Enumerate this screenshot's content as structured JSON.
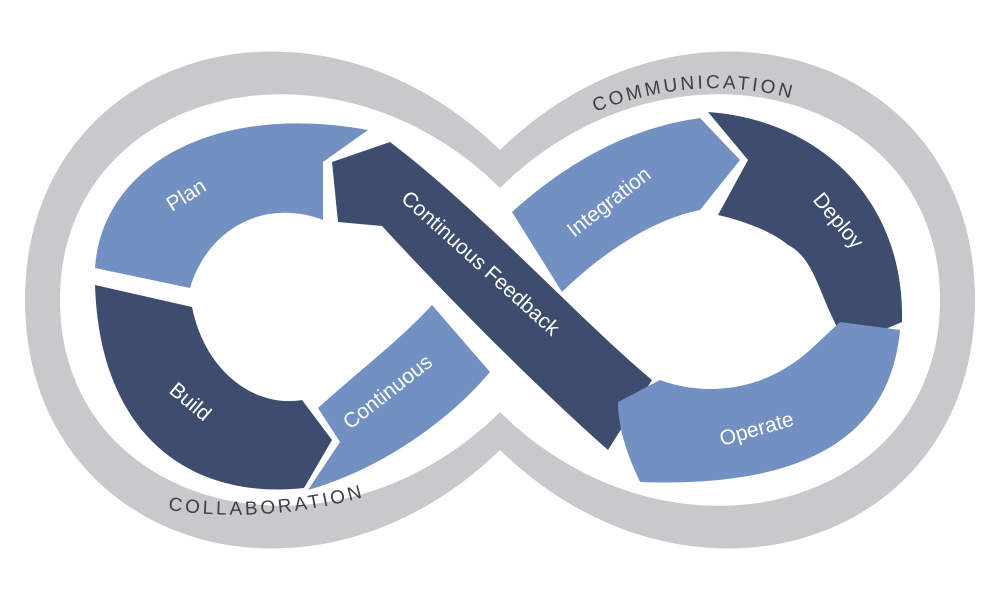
{
  "diagram": {
    "segments": {
      "plan": "Plan",
      "build": "Build",
      "continuous": "Continuous",
      "continuous_feedback": "Continuous Feedback",
      "integration": "Integration",
      "deploy": "Deploy",
      "operate": "Operate"
    },
    "ring": {
      "communication": "COMMUNICATION",
      "collaboration": "COLLABORATION"
    },
    "colors": {
      "light": "#7290c2",
      "dark": "#3e4d6d",
      "ring": "#c8c9cb",
      "ring_text": "#3a3f48",
      "segment_text": "#ffffff"
    }
  }
}
